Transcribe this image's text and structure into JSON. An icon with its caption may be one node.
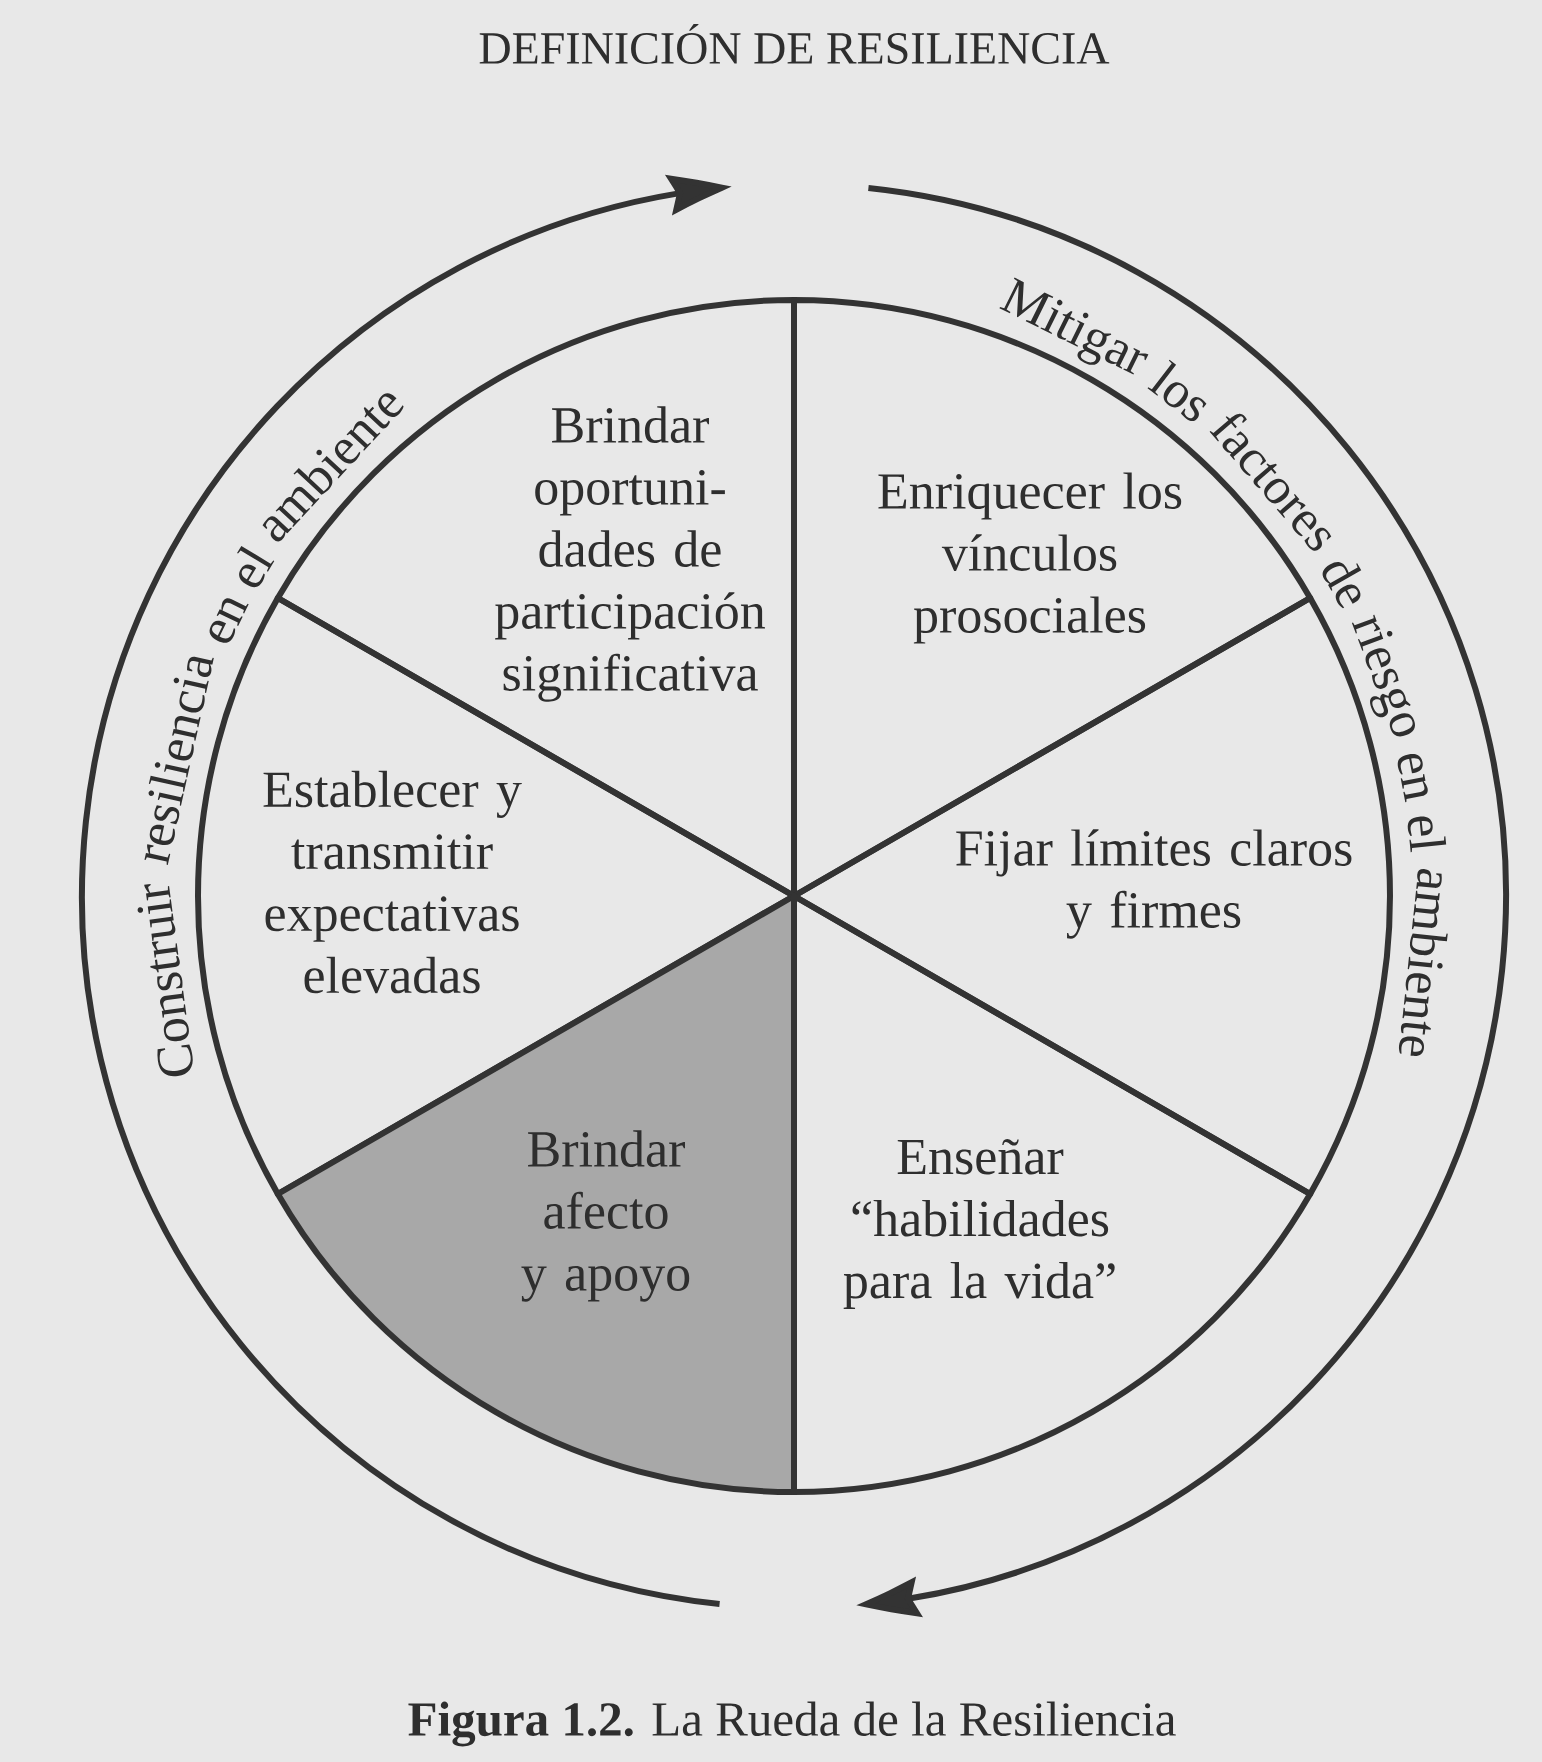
{
  "diagram": {
    "title": "DEFINICIÓN DE RESILIENCIA",
    "caption": "**Figura 1.2.** La Rueda de la Resiliencia",
    "nodes": [
      {
        "text": [
          "Brindar oportuni-dades de participación significativa"
        ]
      },
      {
        "text": [
          "Enriquecer los vínculos prosociales"
        ]
      },
      {
        "text": [
          "Establecer y transmitir expectativas elevadas"
        ]
      },
      {
        "text": [
          "Fijar límites claros y firmes"
        ]
      },
      {
        "text": [
          "Brindar afecto y apoyo"
        ]
      },
      {
        "text": [
          "Enseñar “habilidades para la vida”"
        ]
      }
    ],
    "labels": [
      "Construir resiliencia en el ambiente",
      "Mitigar los factores de riesgo en el ambiente"
    ]
  }
}
